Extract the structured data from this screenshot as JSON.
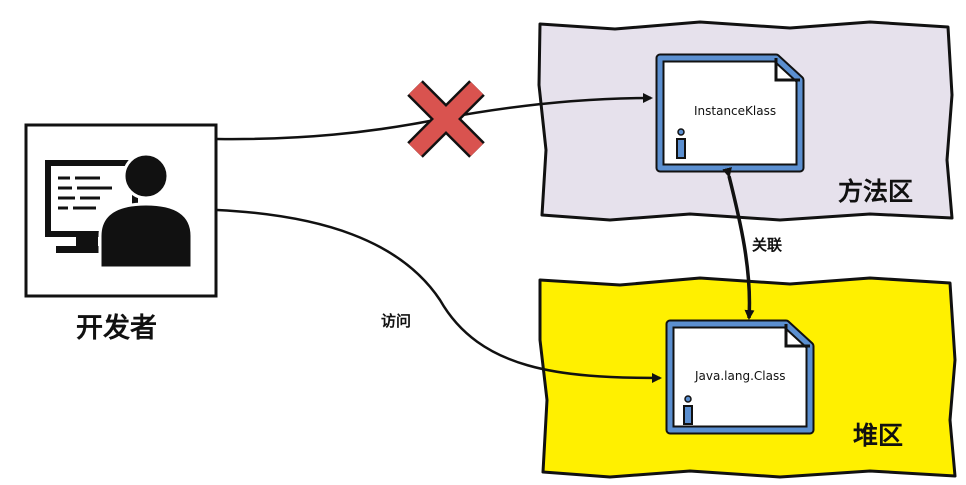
{
  "developer": {
    "label": "开发者"
  },
  "method_area": {
    "label": "方法区",
    "object_label": "InstanceKlass",
    "fill": "#e6e1ec"
  },
  "heap": {
    "label": "堆区",
    "object_label": "Java.lang.Class",
    "fill": "#fff000"
  },
  "edges": {
    "access_label": "访问",
    "association_label": "关联"
  },
  "colors": {
    "blocked_mark": "#d9534f",
    "object_border": "#5b8fd0"
  }
}
